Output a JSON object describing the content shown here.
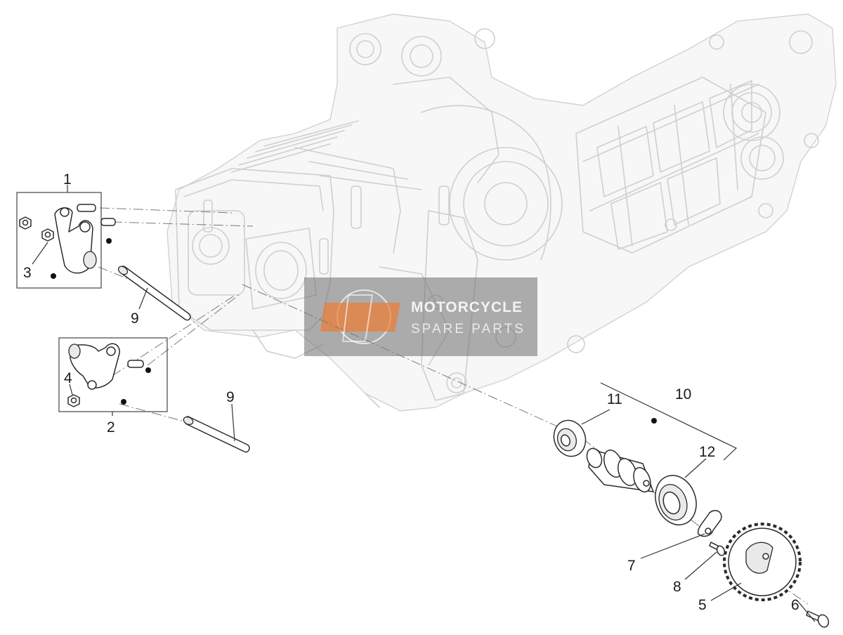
{
  "callouts": {
    "c1": "1",
    "c2": "2",
    "c3": "3",
    "c4": "4",
    "c5": "5",
    "c6": "6",
    "c7": "7",
    "c8": "8",
    "c9a": "9",
    "c9b": "9",
    "c10": "10",
    "c11": "11",
    "c12": "12"
  },
  "watermark": {
    "line1": "MOTORCYCLE",
    "line2": "SPARE PARTS"
  },
  "colors": {
    "watermark_bg": "#6e6e6e",
    "watermark_logo": "#f07a30"
  }
}
